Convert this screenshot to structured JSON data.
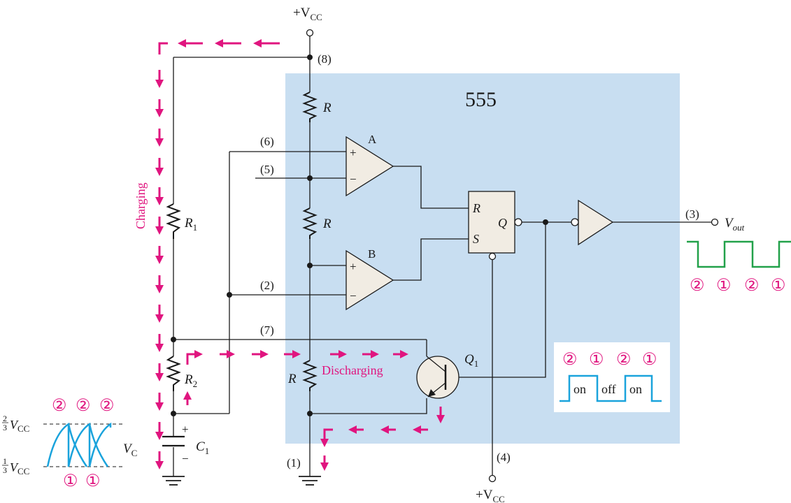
{
  "chip": {
    "label": "555",
    "color": "#c8def1"
  },
  "supply": {
    "top": "+V",
    "top_sub": "CC",
    "bottom": "+V",
    "bottom_sub": "CC"
  },
  "pins": {
    "p8": "(8)",
    "p6": "(6)",
    "p5": "(5)",
    "p2": "(2)",
    "p7": "(7)",
    "p3": "(3)",
    "p1": "(1)",
    "p4": "(4)"
  },
  "components": {
    "r_top": "R",
    "r_mid": "R",
    "r_bot": "R",
    "r1": "R",
    "r1_sub": "1",
    "r2": "R",
    "r2_sub": "2",
    "c1": "C",
    "c1_sub": "1",
    "q1": "Q",
    "q1_sub": "1",
    "comp_a": "A",
    "comp_b": "B",
    "ff_r": "R",
    "ff_s": "S",
    "ff_q": "Q",
    "plus": "+",
    "minus": "−",
    "cap_plus": "+",
    "cap_minus": "−"
  },
  "output": {
    "v": "V",
    "v_sub": "out"
  },
  "labels": {
    "charging": "Charging",
    "discharging": "Discharging"
  },
  "inset_waveform": {
    "states": [
      "②",
      "①",
      "②",
      "①"
    ],
    "on1": "on",
    "off": "off",
    "on2": "on",
    "color": "#1aa3dc"
  },
  "output_waveform": {
    "states": [
      "②",
      "①",
      "②",
      "①"
    ],
    "color": "#22a14a"
  },
  "cap_waveform": {
    "top_frac_num": "2",
    "top_frac_den": "3",
    "top_v": "V",
    "top_sub": "CC",
    "bot_frac_num": "1",
    "bot_frac_den": "3",
    "bot_v": "V",
    "bot_sub": "CC",
    "vc": "V",
    "vc_sub": "C",
    "top_states": [
      "②",
      "②",
      "②"
    ],
    "bottom_states": [
      "①",
      "①"
    ],
    "color": "#1aa3dc"
  },
  "colors": {
    "arrows": "#e0157f",
    "wire": "#1a1a1a"
  }
}
